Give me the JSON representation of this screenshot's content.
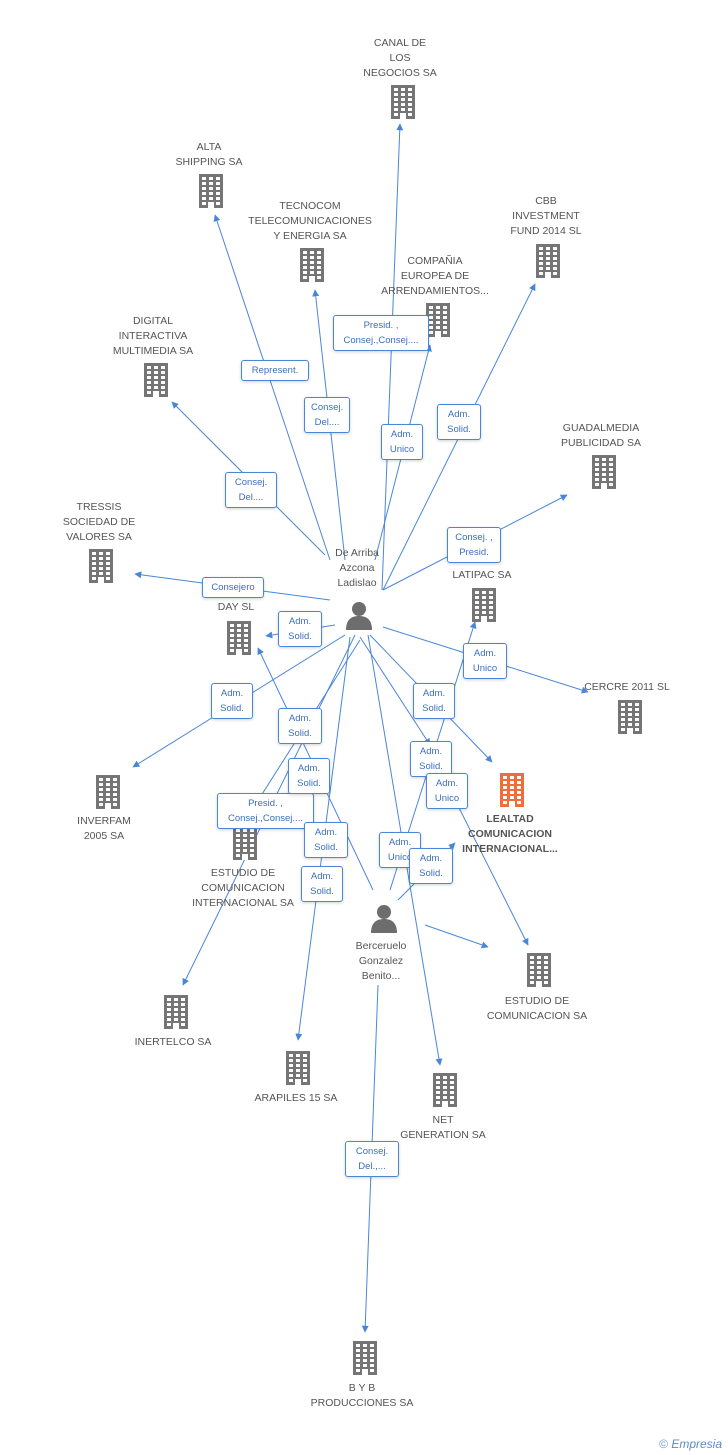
{
  "colors": {
    "edge": "#4a86d8",
    "building": "#757575",
    "building_highlight": "#f26b3a",
    "person": "#6d6d6d",
    "label": "#555555",
    "rel_text": "#3a6fbf"
  },
  "persons": [
    {
      "id": "p1",
      "icon": "person-icon",
      "label": "De Arriba\nAzcona\nLadislao"
    },
    {
      "id": "p2",
      "icon": "person-icon",
      "label": "Berceruelo\nGonzalez\nBenito..."
    }
  ],
  "companies": [
    {
      "id": "canal",
      "icon": "building-icon",
      "label": "CANAL DE\nLOS\nNEGOCIOS SA"
    },
    {
      "id": "alta",
      "icon": "building-icon",
      "label": "ALTA\nSHIPPING SA"
    },
    {
      "id": "tecnocom",
      "icon": "building-icon",
      "label": "TECNOCOM\nTELECOMUNICACIONES\nY ENERGIA SA"
    },
    {
      "id": "compania",
      "icon": "building-icon",
      "label": "COMPAÑIA\nEUROPEA DE\nARRENDAMIENTOS..."
    },
    {
      "id": "cbb",
      "icon": "building-icon",
      "label": "CBB\nINVESTMENT\nFUND 2014  SL"
    },
    {
      "id": "digital",
      "icon": "building-icon",
      "label": "DIGITAL\nINTERACTIVA\nMULTIMEDIA SA"
    },
    {
      "id": "guadalmedia",
      "icon": "building-icon",
      "label": "GUADALMEDIA\nPUBLICIDAD SA"
    },
    {
      "id": "tressis",
      "icon": "building-icon",
      "label": "TRESSIS\nSOCIEDAD DE\nVALORES SA"
    },
    {
      "id": "latipac",
      "icon": "building-icon",
      "label": "LATIPAC SA"
    },
    {
      "id": "day",
      "icon": "building-icon",
      "label": "DAY SL"
    },
    {
      "id": "cercre",
      "icon": "building-icon",
      "label": "CERCRE 2011 SL"
    },
    {
      "id": "lealtad",
      "icon": "building-icon",
      "highlight": true,
      "label": "LEALTAD\nCOMUNICACION\nINTERNACIONAL..."
    },
    {
      "id": "inverfam",
      "icon": "building-icon",
      "label": "INVERFAM\n2005 SA"
    },
    {
      "id": "ecisa",
      "icon": "building-icon",
      "label": "ESTUDIO DE\nCOMUNICACION\nINTERNACIONAL SA"
    },
    {
      "id": "ecsa",
      "icon": "building-icon",
      "label": "ESTUDIO DE\nCOMUNICACION SA"
    },
    {
      "id": "inertelco",
      "icon": "building-icon",
      "label": "INERTELCO SA"
    },
    {
      "id": "arapiles",
      "icon": "building-icon",
      "label": "ARAPILES 15 SA"
    },
    {
      "id": "netgen",
      "icon": "building-icon",
      "label": "NET\nGENERATION SA"
    },
    {
      "id": "byb",
      "icon": "building-icon",
      "label": "B Y B\nPRODUCCIONES SA"
    }
  ],
  "relations": [
    {
      "label": "Presid. ,\nConsej.,Consej...."
    },
    {
      "label": "Represent."
    },
    {
      "label": "Consej.\nDel...."
    },
    {
      "label": "Adm.\nUnico"
    },
    {
      "label": "Adm.\nSolid."
    },
    {
      "label": "Consej.\nDel...."
    },
    {
      "label": "Consej. ,\nPresid."
    },
    {
      "label": "Consejero"
    },
    {
      "label": "Adm.\nSolid."
    },
    {
      "label": "Adm.\nSolid."
    },
    {
      "label": "Adm.\nUnico"
    },
    {
      "label": "Adm.\nSolid."
    },
    {
      "label": "Adm.\nSolid."
    },
    {
      "label": "Adm.\nUnico"
    },
    {
      "label": "Adm.\nSolid."
    },
    {
      "label": "Presid. ,\nConsej.,Consej...."
    },
    {
      "label": "Adm.\nSolid."
    },
    {
      "label": "Adm.\nUnico"
    },
    {
      "label": "Adm.\nSolid."
    },
    {
      "label": "Adm.\nSolid."
    },
    {
      "label": "Adm.\nSolid."
    },
    {
      "label": "Consej.\nDel.,..."
    }
  ],
  "footer": {
    "copyright": "©",
    "brand": "Empresia"
  }
}
